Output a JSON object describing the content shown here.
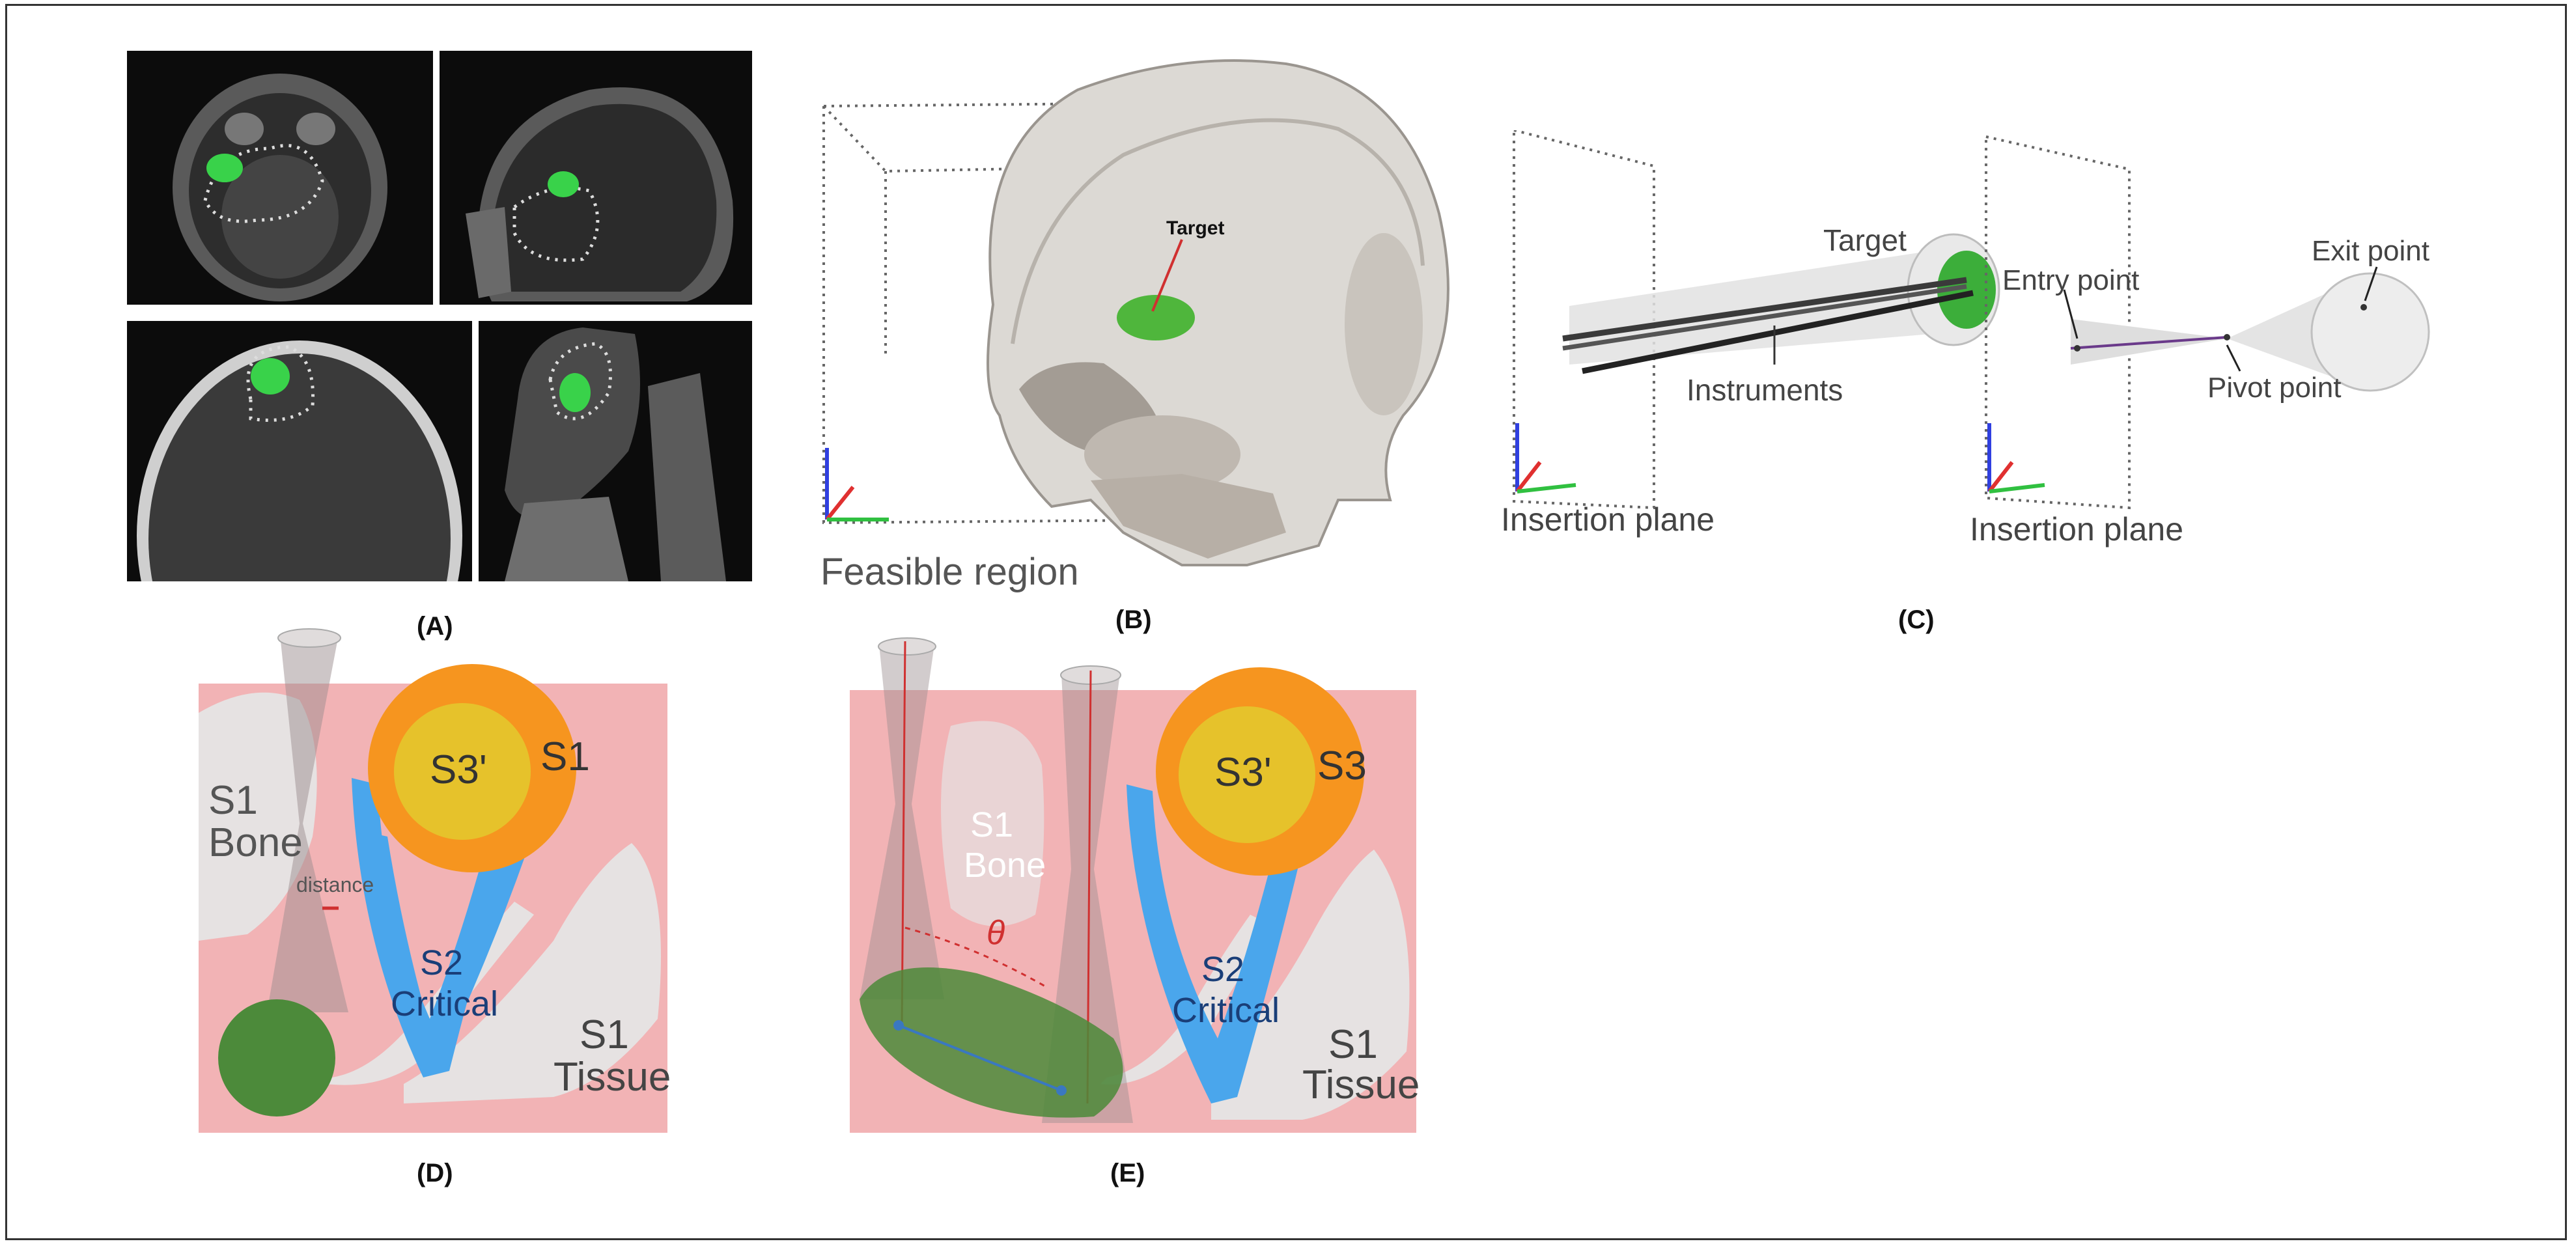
{
  "captions": {
    "a": "(A)",
    "b": "(B)",
    "c": "(C)",
    "d": "(D)",
    "e": "(E)"
  },
  "panel_b": {
    "target": "Target",
    "feasible_region": "Feasible region"
  },
  "panel_c1": {
    "target": "Target",
    "instruments": "Instruments",
    "insertion_plane": "Insertion plane"
  },
  "panel_c2": {
    "entry_point": "Entry point",
    "exit_point": "Exit point",
    "pivot_point": "Pivot point",
    "insertion_plane": "Insertion plane"
  },
  "panel_d": {
    "s1_bone": [
      "S1",
      "Bone"
    ],
    "s3": "S3'",
    "s1": "S1",
    "distance": "distance",
    "s2": [
      "S2",
      "Critical"
    ],
    "s1_tissue": [
      "S1",
      "Tissue"
    ]
  },
  "panel_e": {
    "s1_bone": [
      "S1",
      "Bone"
    ],
    "s3_inner": "S3'",
    "s3": "S3",
    "theta": "θ",
    "s2": [
      "S2",
      "Critical"
    ],
    "s1_tissue": [
      "S1",
      "Tissue"
    ]
  },
  "colors": {
    "tissue": "#f2b3b5",
    "bone": "#e6e2e2",
    "critical": "#4aa6ec",
    "s1_ring": "#f6951f",
    "s3_core": "#e6c22b",
    "target_green": "#4c8a3a",
    "ct_green": "#39d24a"
  }
}
